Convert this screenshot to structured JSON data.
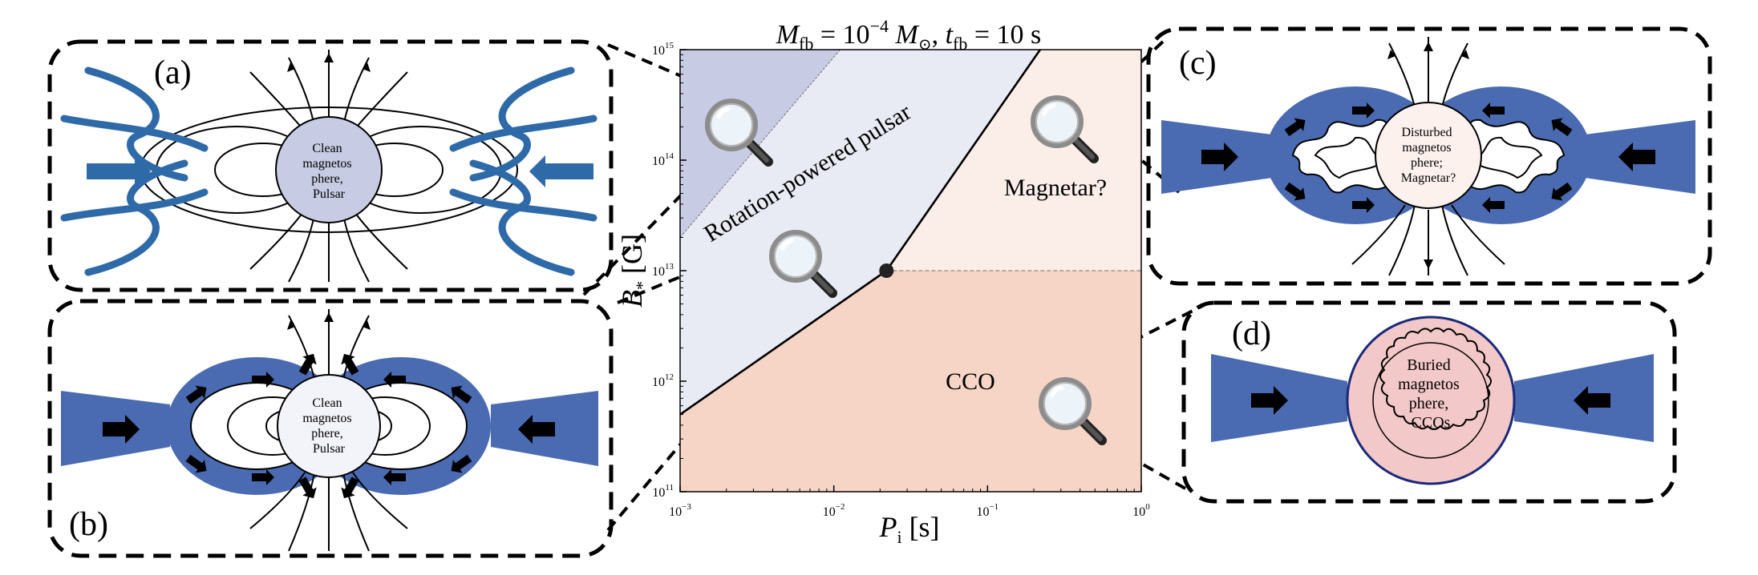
{
  "panels": {
    "a": {
      "label": "(a)",
      "core": [
        "Clean",
        "magnetos",
        "phere,",
        "Pulsar"
      ]
    },
    "b": {
      "label": "(b)",
      "core": [
        "Clean",
        "magnetos",
        "phere,",
        "Pulsar"
      ]
    },
    "c": {
      "label": "(c)",
      "core": [
        "Disturbed",
        "magnetos",
        "phere;",
        "Magnetar?"
      ]
    },
    "d": {
      "label": "(d)",
      "core": [
        "Buried",
        "magnetos",
        "phere,",
        "CCOs"
      ]
    }
  },
  "chart": {
    "title": {
      "M": "M",
      "fb": "fb",
      "eq": " = 10",
      "exp": "−4",
      "msun": " M",
      "sun": "⊙",
      "sep": ",  ",
      "t": "t",
      "tfb": "fb",
      "eq2": " = 10 s"
    },
    "xlabel": {
      "P": "P",
      "sub": "i",
      "unit": " [s]"
    },
    "ylabel": {
      "B": "B",
      "sub": "*",
      "unit": " [G]"
    },
    "x_ticks": [
      {
        "base": "10",
        "exp": "−3",
        "value": 0.001
      },
      {
        "base": "10",
        "exp": "−2",
        "value": 0.01
      },
      {
        "base": "10",
        "exp": "−1",
        "value": 0.1
      },
      {
        "base": "10",
        "exp": "0",
        "value": 1
      }
    ],
    "y_ticks": [
      {
        "base": "10",
        "exp": "11",
        "value": 100000000000.0
      },
      {
        "base": "10",
        "exp": "12",
        "value": 1000000000000.0
      },
      {
        "base": "10",
        "exp": "13",
        "value": 10000000000000.0
      },
      {
        "base": "10",
        "exp": "14",
        "value": 100000000000000.0
      },
      {
        "base": "10",
        "exp": "15",
        "value": 1000000000000000.0
      }
    ],
    "region_labels": {
      "pulsar": "Rotation-powered pulsar",
      "magnetar": "Magnetar?",
      "cco": "CCO"
    },
    "colors": {
      "dark_blue": "#c7cbe3",
      "light_blue": "#e9ebf4",
      "light_peach": "#fbeee8",
      "peach": "#f6d5c6",
      "arrow_blue": "#4a6ab1",
      "curl_blue": "#2f6aa8"
    }
  },
  "chart_data": {
    "type": "region-map",
    "xscale": "log",
    "yscale": "log",
    "xlim": [
      0.001,
      1
    ],
    "ylim": [
      100000000000.0,
      1000000000000000.0
    ],
    "boundaries": [
      {
        "name": "pulsar/CCO boundary",
        "points": [
          [
            0.001,
            500000000000.0
          ],
          [
            0.022,
            10000000000000.0
          ]
        ]
      },
      {
        "name": "pulsar/magnetar boundary",
        "points": [
          [
            0.022,
            10000000000000.0
          ],
          [
            0.22,
            1000000000000000.0
          ]
        ]
      },
      {
        "name": "magnetar/CCO boundary",
        "points": [
          [
            0.022,
            10000000000000.0
          ],
          [
            1,
            10000000000000.0
          ]
        ]
      },
      {
        "name": "dark region edge",
        "points": [
          [
            0.001,
            20000000000000.0
          ],
          [
            0.011,
            1000000000000000.0
          ]
        ]
      }
    ],
    "marker": {
      "x": 0.022,
      "y": 10000000000000.0
    }
  }
}
